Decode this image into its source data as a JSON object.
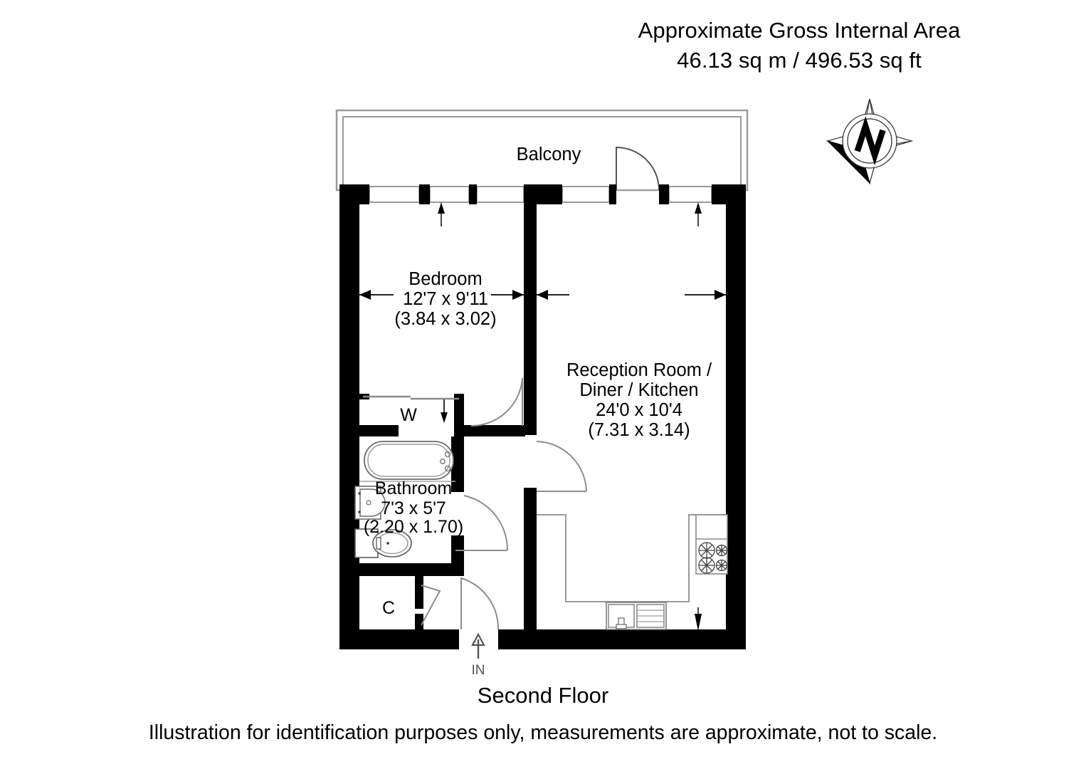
{
  "header": {
    "line1": "Approximate Gross Internal Area",
    "line2": "46.13 sq m / 496.53 sq ft"
  },
  "compass": {
    "letter": "N",
    "name": "compass-north-indicator"
  },
  "floor_label": "Second Floor",
  "disclaimer": "Illustration for identification purposes only, measurements are approximate, not to scale.",
  "rooms": [
    {
      "id": "balcony",
      "name": "Balcony",
      "label": "Balcony",
      "imperial": "",
      "metric": ""
    },
    {
      "id": "bedroom",
      "name": "Bedroom",
      "label": "Bedroom",
      "imperial": "12'7 x 9'11",
      "metric": "(3.84 x 3.02)"
    },
    {
      "id": "reception",
      "name": "Reception Room / Diner / Kitchen",
      "label_line1": "Reception Room /",
      "label_line2": "Diner / Kitchen",
      "imperial": "24'0 x 10'4",
      "metric": "(7.31 x 3.14)"
    },
    {
      "id": "bathroom",
      "name": "Bathroom",
      "label": "Bathroom",
      "imperial": "7'3 x 5'7",
      "metric": "(2.20 x 1.70)"
    },
    {
      "id": "utility",
      "name": "Utility closet",
      "label": "W",
      "imperial": "",
      "metric": ""
    },
    {
      "id": "cupboard",
      "name": "Cupboard",
      "label": "C",
      "imperial": "",
      "metric": ""
    }
  ],
  "entrance": {
    "label": "IN"
  },
  "fixtures": [
    {
      "name": "bathtub",
      "room": "bathroom"
    },
    {
      "name": "wash-basin",
      "room": "bathroom"
    },
    {
      "name": "toilet",
      "room": "bathroom"
    },
    {
      "name": "kitchen-hob",
      "room": "reception"
    },
    {
      "name": "kitchen-sink-drainer",
      "room": "reception"
    },
    {
      "name": "kitchen-counter",
      "room": "reception"
    }
  ],
  "colors": {
    "wall": "#000000",
    "background": "#ffffff",
    "thin_line": "#8c8c8c",
    "fixture_line": "#555555",
    "text": "#000000"
  }
}
